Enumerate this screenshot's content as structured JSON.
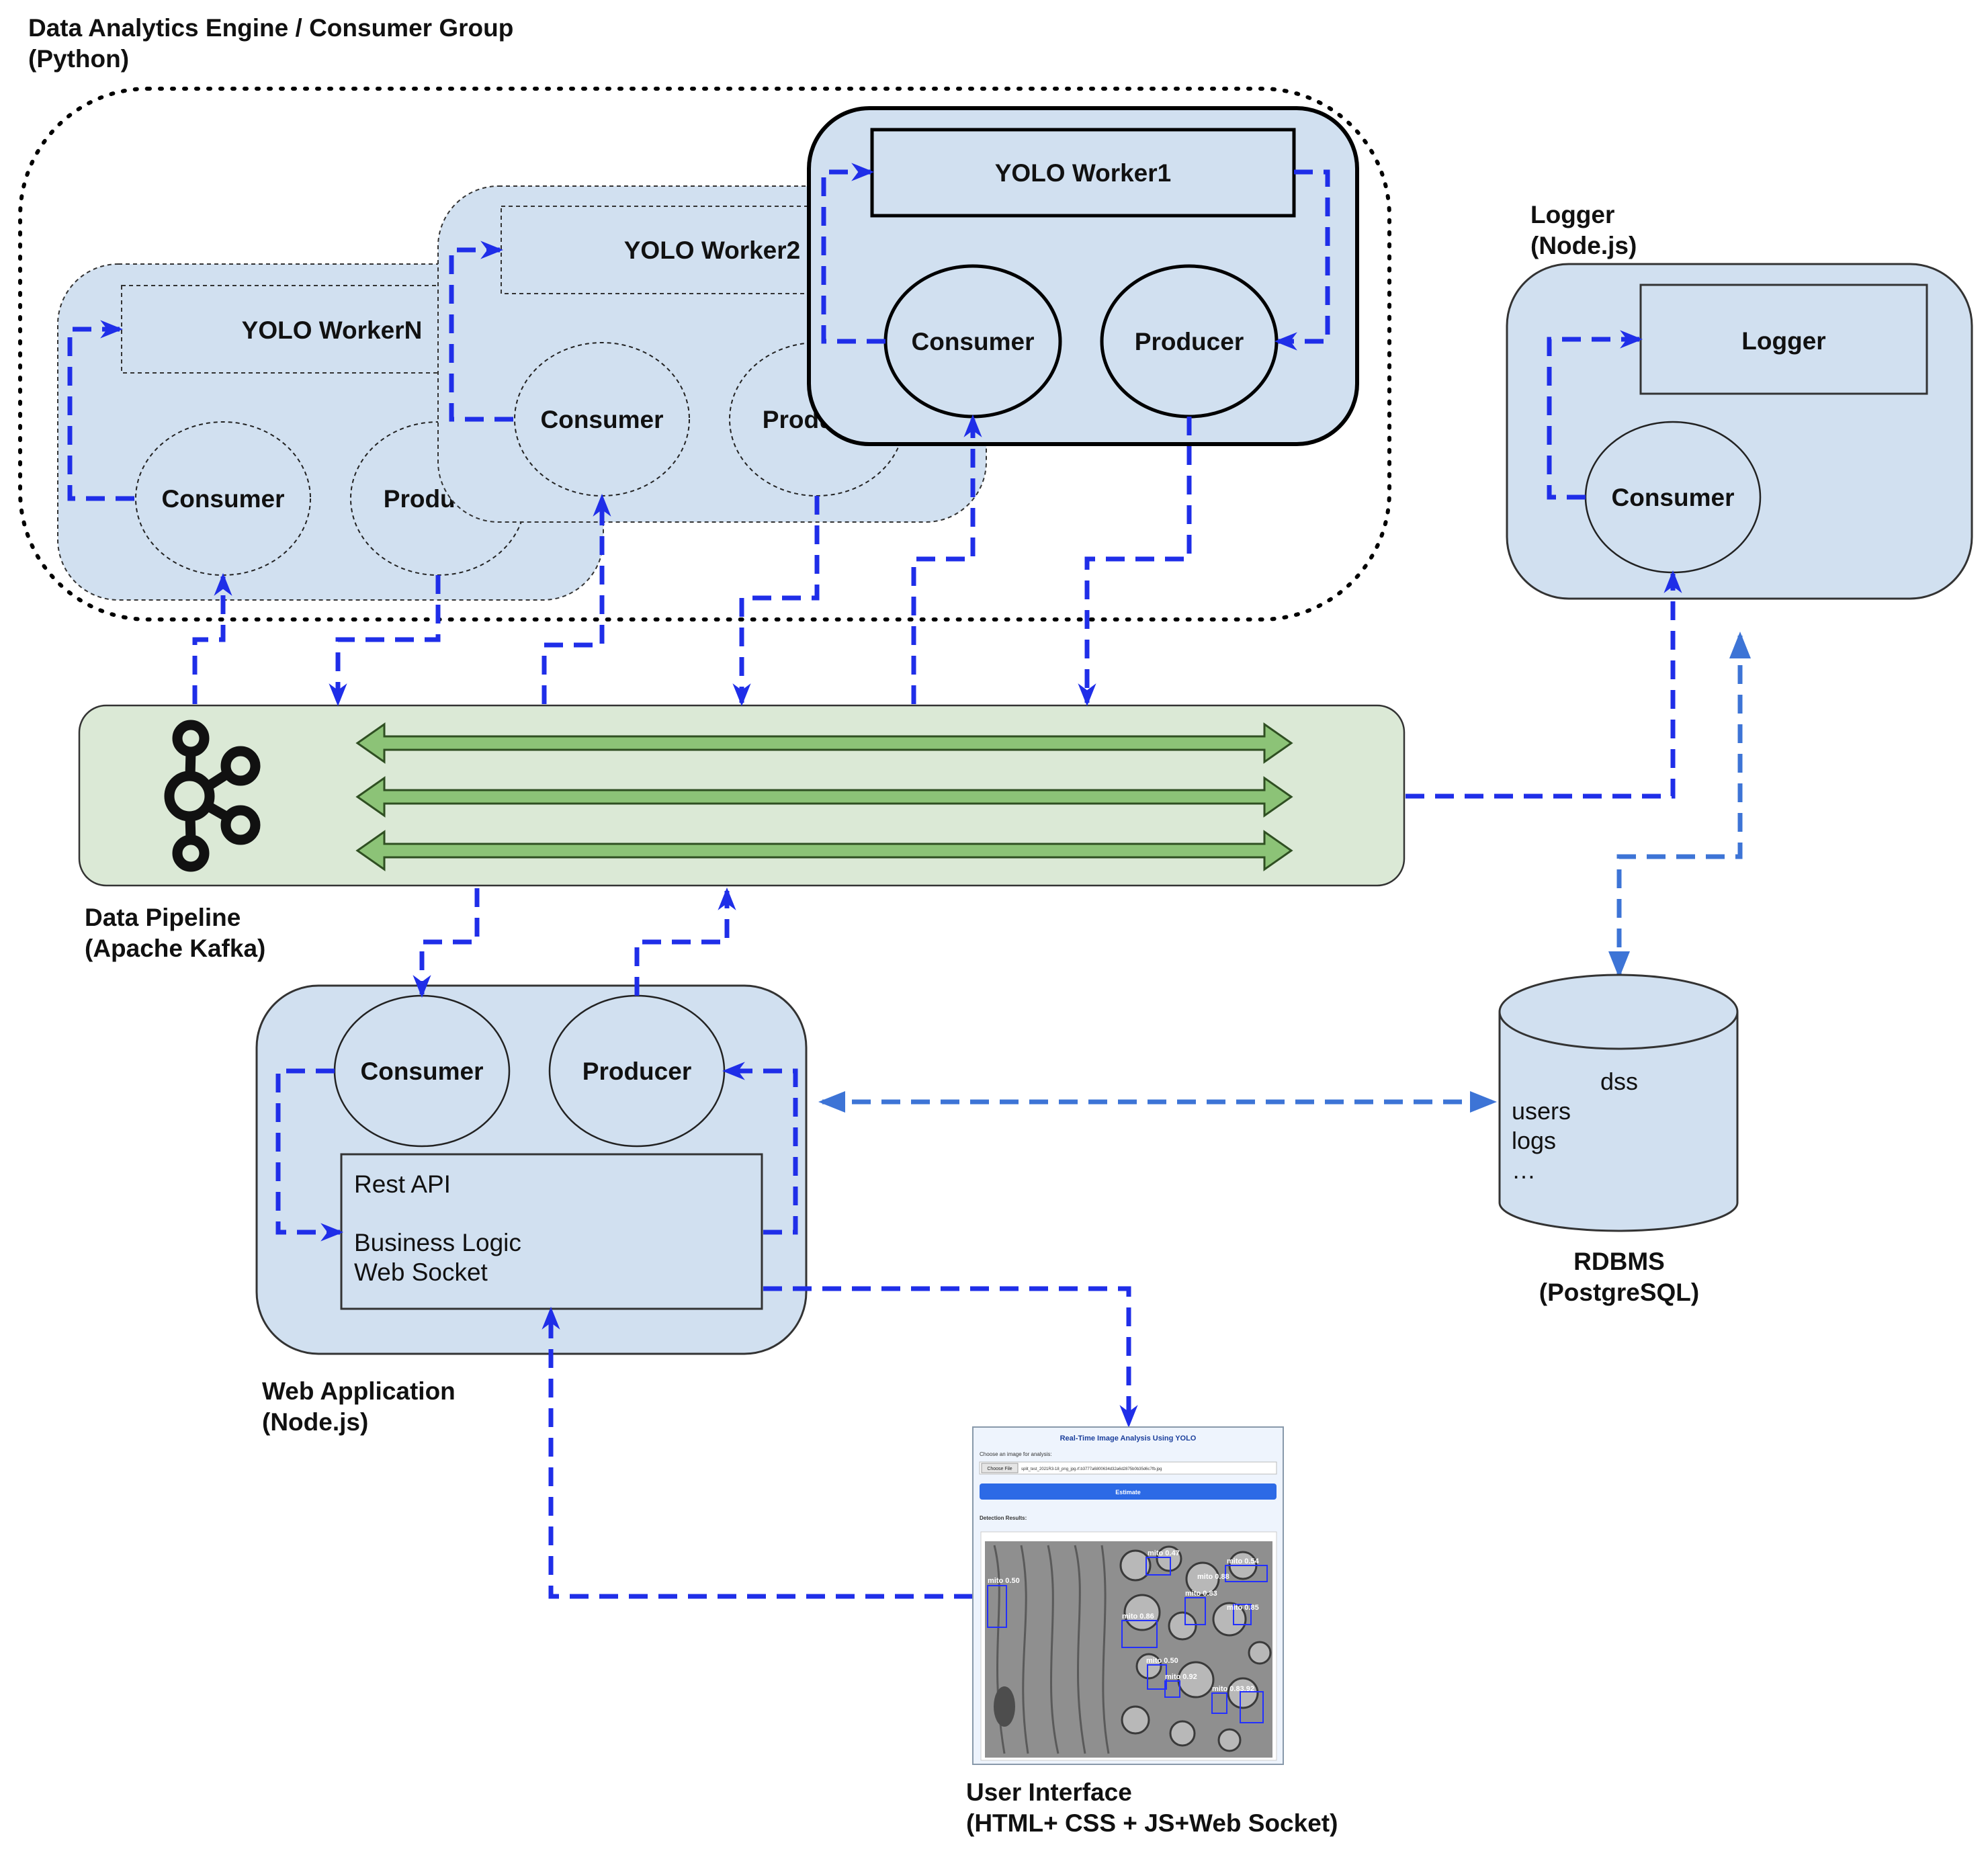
{
  "diagram": {
    "engine": {
      "title": "Data Analytics  Engine / Consumer Group",
      "subtitle": "(Python)",
      "worker1": {
        "title": "YOLO Worker1",
        "consumer": "Consumer",
        "producer": "Producer"
      },
      "worker2": {
        "title": "YOLO Worker2",
        "consumer": "Consumer",
        "producer": "Producer"
      },
      "workerN": {
        "title": "YOLO WorkerN",
        "consumer": "Consumer",
        "producer": "Producer"
      }
    },
    "logger": {
      "title": "Logger",
      "subtitle": "(Node.js)",
      "box": "Logger",
      "consumer": "Consumer"
    },
    "pipeline": {
      "title": "Data Pipeline",
      "subtitle": "(Apache Kafka)",
      "icon": "kafka-logo-icon"
    },
    "webapp": {
      "title": "Web Application",
      "subtitle": "(Node.js)",
      "consumer": "Consumer",
      "producer": "Producer",
      "api_lines": [
        "Rest API",
        "Business Logic",
        "Web Socket"
      ]
    },
    "database": {
      "name": "dss",
      "tables": [
        "users",
        "logs",
        "…"
      ],
      "title": "RDBMS",
      "subtitle": "(PostgreSQL)"
    },
    "ui": {
      "title": "User Interface",
      "subtitle": "(HTML+ CSS + JS+Web Socket)",
      "screenshot": {
        "heading": "Real-Time Image Analysis Using YOLO",
        "choose_label": "Choose an image for analysis:",
        "file_button": "Choose File",
        "file_name": "split_test_2021R3-18_png_jpg.rf.b3777a6800634d32a6d2875b0b35d6c7fb.jpg",
        "estimate_button": "Estimate",
        "results_label": "Detection Results:",
        "detections": [
          "mito 0.47",
          "mito 0.54",
          "mito 0.50",
          "mito 0.88",
          "mito 0.83",
          "mito 0.85",
          "mito 0.86",
          "mito 0.50",
          "mito 0.92",
          "mito 0.83.92"
        ]
      }
    }
  }
}
